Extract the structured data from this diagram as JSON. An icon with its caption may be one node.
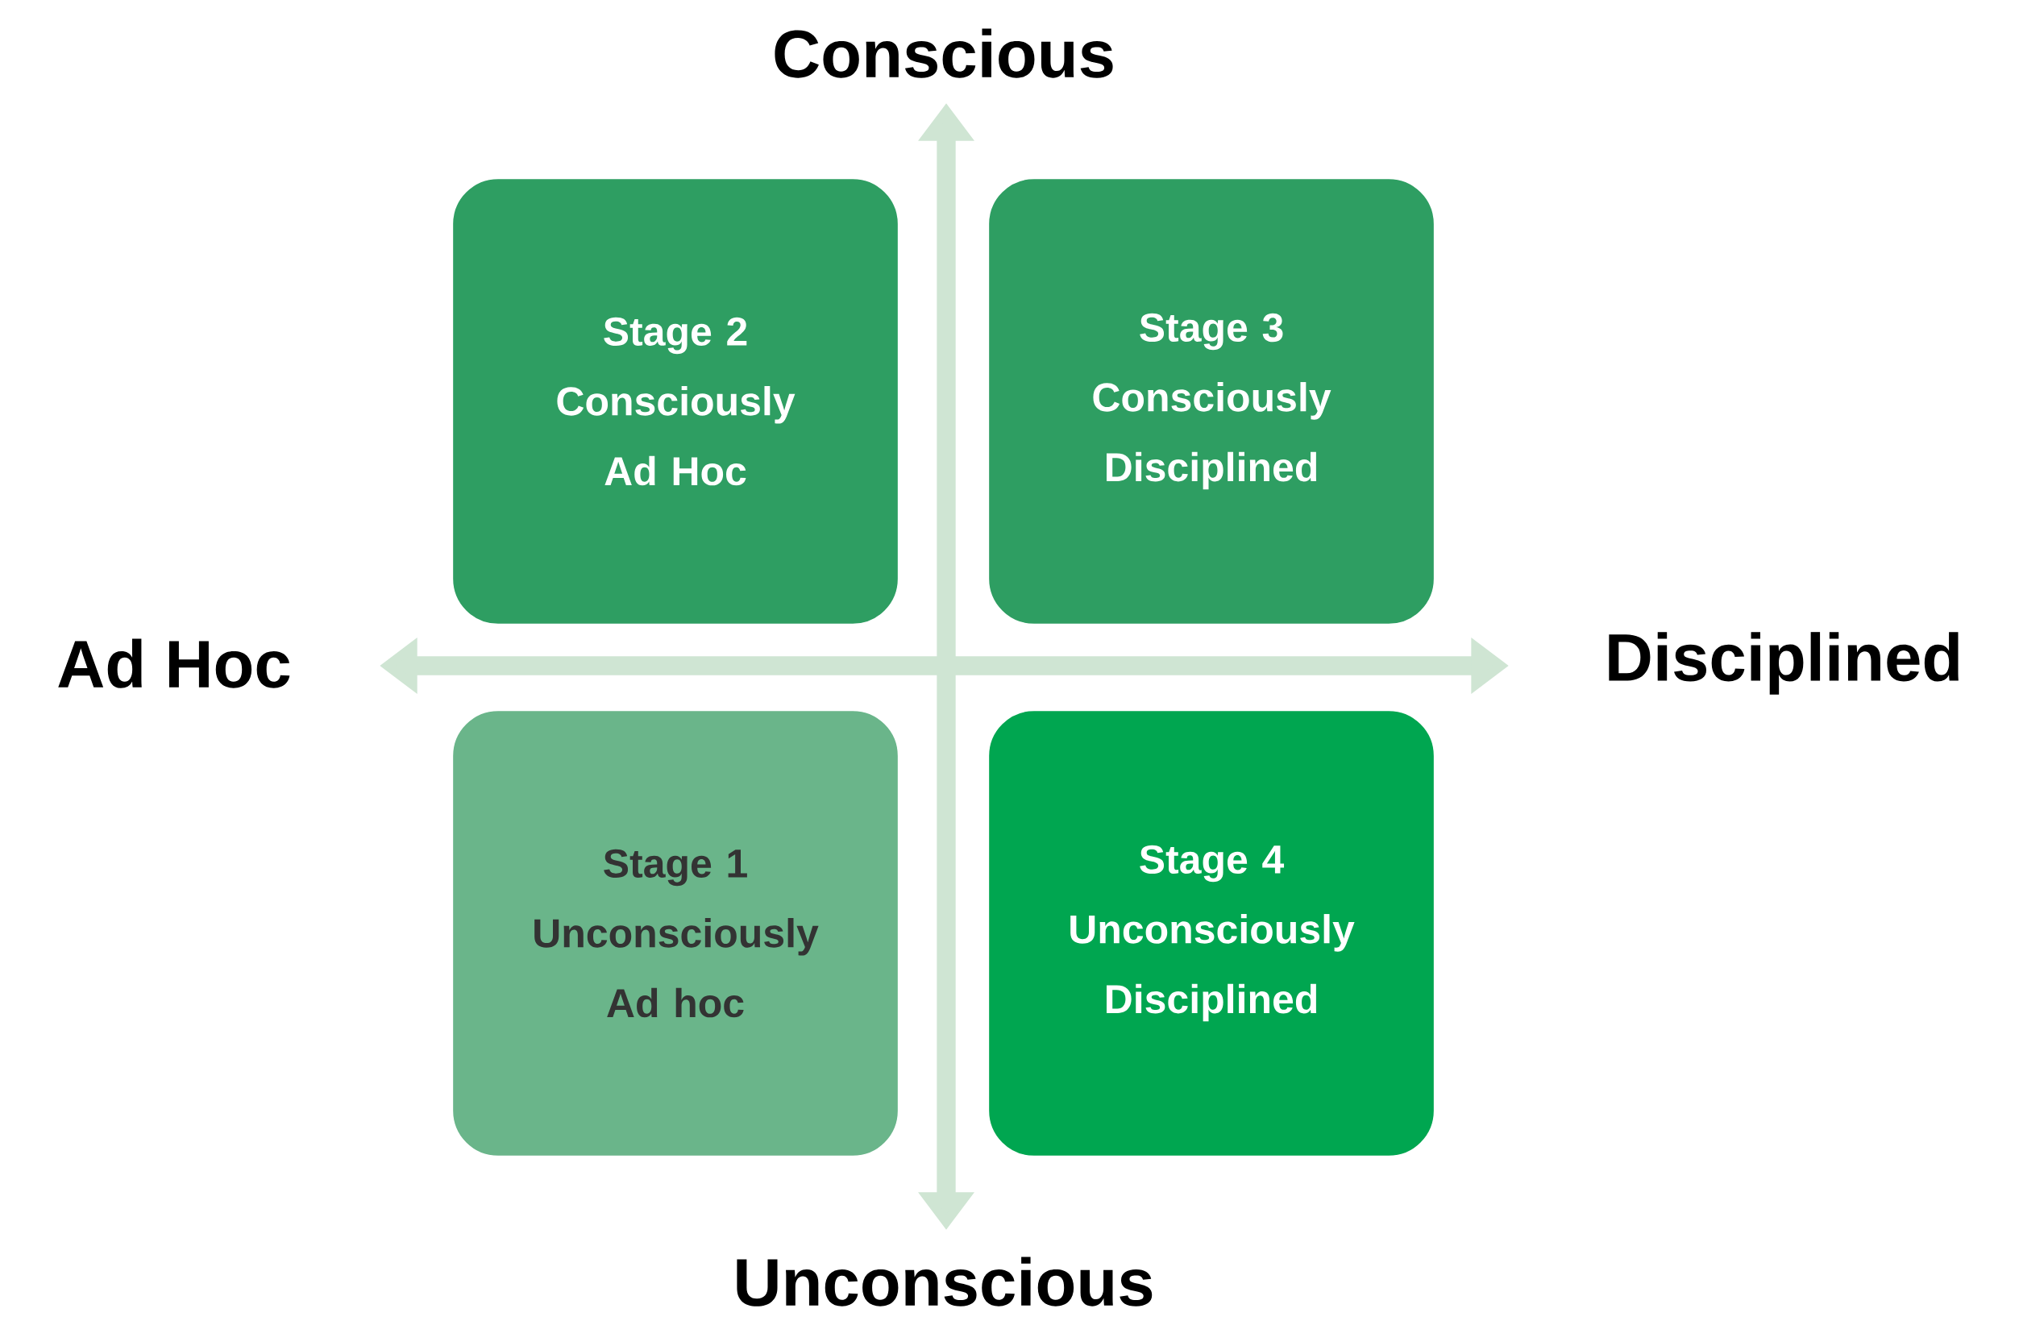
{
  "diagram": {
    "nodes": [
      {
        "text": [
          "Stage 2",
          "Consciously Ad Hoc"
        ]
      },
      {
        "text": [
          "Stage 3",
          "Consciously Disciplined"
        ]
      },
      {
        "text": [
          "Stage 1",
          "Unconsciously Ad hoc"
        ]
      },
      {
        "text": [
          "Stage 4",
          "Unconsciously Disciplined"
        ]
      }
    ],
    "labels": [
      "Conscious",
      "Ad Hoc",
      "Disciplined",
      "Unconscious"
    ]
  }
}
